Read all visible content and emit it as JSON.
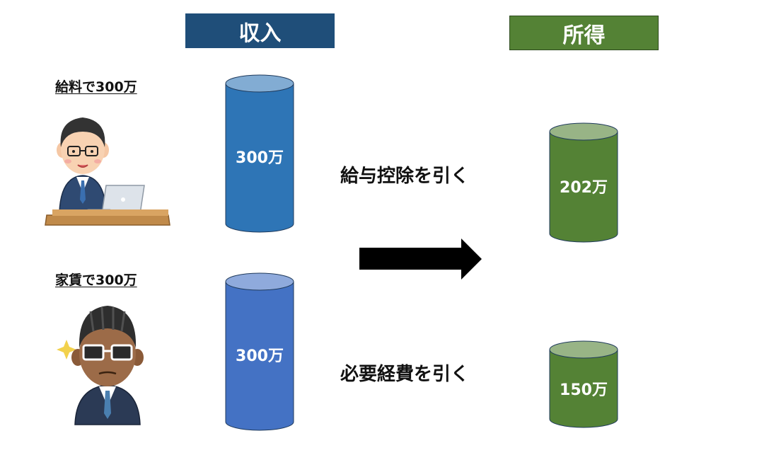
{
  "headers": {
    "income": {
      "label": "収入",
      "color": "#1f4e79"
    },
    "shotoku": {
      "label": "所得",
      "color": "#548235"
    }
  },
  "cases": [
    {
      "label": "給料で300万",
      "person_icon": "office-worker-laptop-icon",
      "income_value": "300万",
      "deduction": "給与控除を引く",
      "result_value": "202万"
    },
    {
      "label": "家賃で300万",
      "person_icon": "landlord-sunglasses-icon",
      "income_value": "300万",
      "deduction": "必要経費を引く",
      "result_value": "150万"
    }
  ],
  "colors": {
    "income_cylinder_1": "#2e75b6",
    "income_cylinder_2": "#4472c4",
    "result_cylinder": "#548235",
    "arrow": "#000000"
  }
}
